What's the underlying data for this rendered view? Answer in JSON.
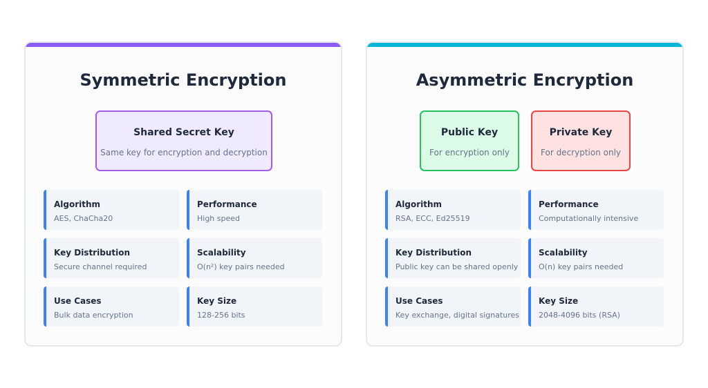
{
  "symmetric": {
    "title": "Symmetric Encryption",
    "key": {
      "title": "Shared Secret Key",
      "desc": "Same key for encryption and decryption"
    },
    "cards": [
      {
        "title": "Algorithm",
        "value": "AES, ChaCha20"
      },
      {
        "title": "Performance",
        "value": "High speed"
      },
      {
        "title": "Key Distribution",
        "value": "Secure channel required"
      },
      {
        "title": "Scalability",
        "value": "O(n²) key pairs needed"
      },
      {
        "title": "Use Cases",
        "value": "Bulk data encryption"
      },
      {
        "title": "Key Size",
        "value": "128-256 bits"
      }
    ]
  },
  "asymmetric": {
    "title": "Asymmetric Encryption",
    "public_key": {
      "title": "Public Key",
      "desc": "For encryption only"
    },
    "private_key": {
      "title": "Private Key",
      "desc": "For decryption only"
    },
    "cards": [
      {
        "title": "Algorithm",
        "value": "RSA, ECC, Ed25519"
      },
      {
        "title": "Performance",
        "value": "Computationally intensive"
      },
      {
        "title": "Key Distribution",
        "value": "Public key can be shared openly"
      },
      {
        "title": "Scalability",
        "value": "O(n) key pairs needed"
      },
      {
        "title": "Use Cases",
        "value": "Key exchange, digital signatures"
      },
      {
        "title": "Key Size",
        "value": "2048-4096 bits (RSA)"
      }
    ]
  },
  "colors": {
    "symmetric_accent": "#8b5cf6",
    "asymmetric_accent": "#06b6d4",
    "card_accent": "#3b82f6",
    "public_key": "#22c55e",
    "private_key": "#ef4444"
  }
}
